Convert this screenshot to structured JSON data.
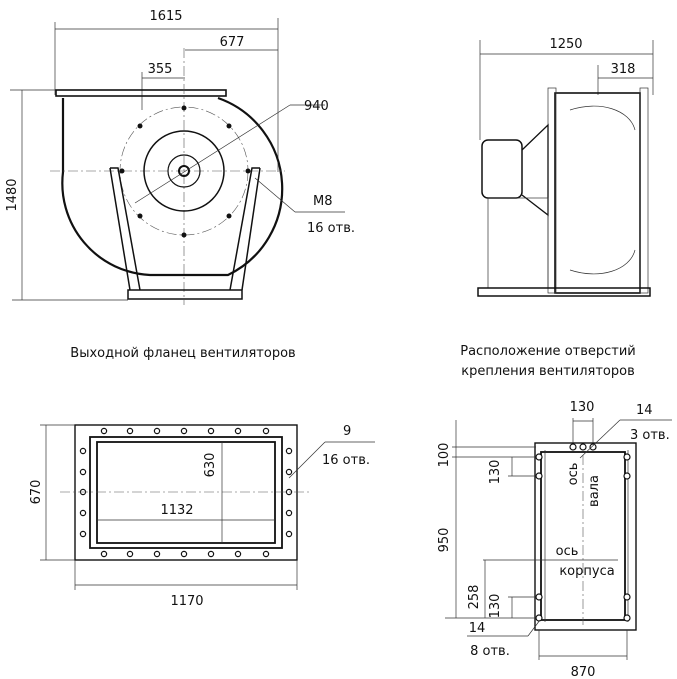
{
  "front_view": {
    "dim_width": "1615",
    "dim_outlet_offset": "677",
    "dim_outlet_shift": "355",
    "dim_height": "1480",
    "dim_bolt_circle": "940",
    "thread": "M8",
    "holes": "16 отв."
  },
  "side_view": {
    "dim_length": "1250",
    "dim_offset": "318"
  },
  "outlet_flange": {
    "caption": "Выходной фланец вентиляторов",
    "dim_outer_height": "670",
    "dim_inner_height": "630",
    "dim_inner_width": "1132",
    "dim_outer_width": "1170",
    "hole_dia": "9",
    "holes": "16 отв."
  },
  "mounting_holes": {
    "caption_line1": "Расположение отверстий",
    "caption_line2": "крепления вентиляторов",
    "dim_top_spacing": "130",
    "top_hole_dia": "14",
    "top_holes": "3 отв.",
    "dim_100": "100",
    "dim_130_top": "130",
    "dim_950": "950",
    "dim_258": "258",
    "dim_130_bottom": "130",
    "shaft_axis_1": "ось",
    "shaft_axis_2": "вала",
    "body_axis_1": "ось",
    "body_axis_2": "корпуса",
    "bottom_hole_dia": "14",
    "bottom_holes": "8 отв.",
    "dim_width": "870"
  }
}
